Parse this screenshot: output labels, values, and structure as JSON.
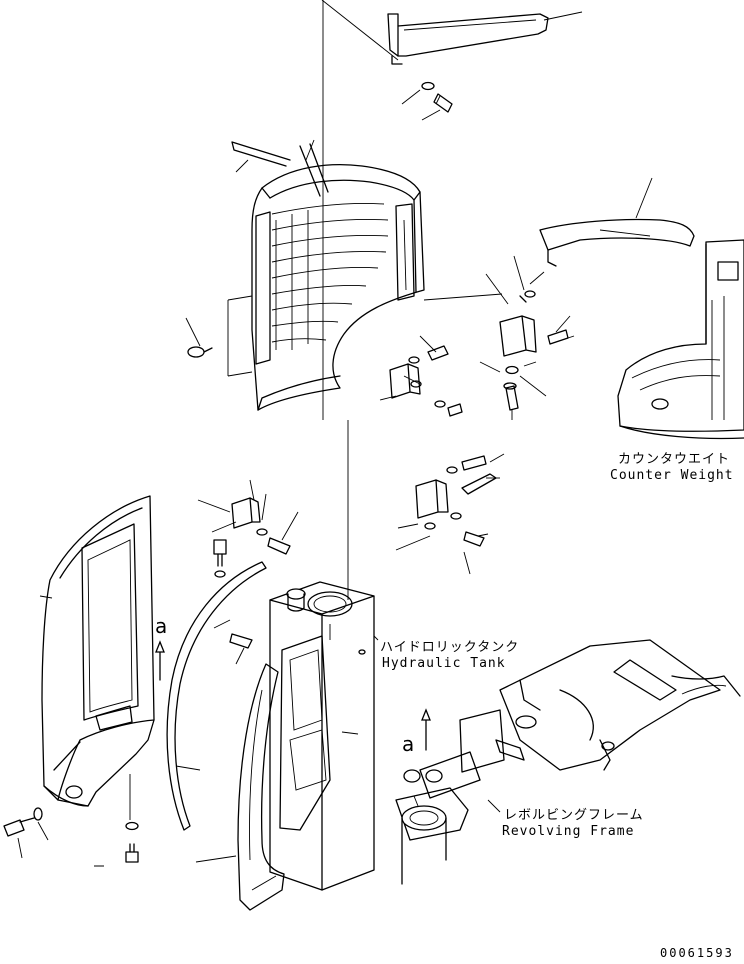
{
  "labels": {
    "counterweight_jp": "カウンタウエイト",
    "counterweight_en": "Counter Weight",
    "hydraulic_tank_jp": "ハイドロリックタンク",
    "hydraulic_tank_en": "Hydraulic Tank",
    "revolving_frame_jp": "レボルビングフレーム",
    "revolving_frame_en": "Revolving Frame",
    "view_marker_left": "a",
    "view_marker_right": "a"
  },
  "drawing_code": "00061593"
}
